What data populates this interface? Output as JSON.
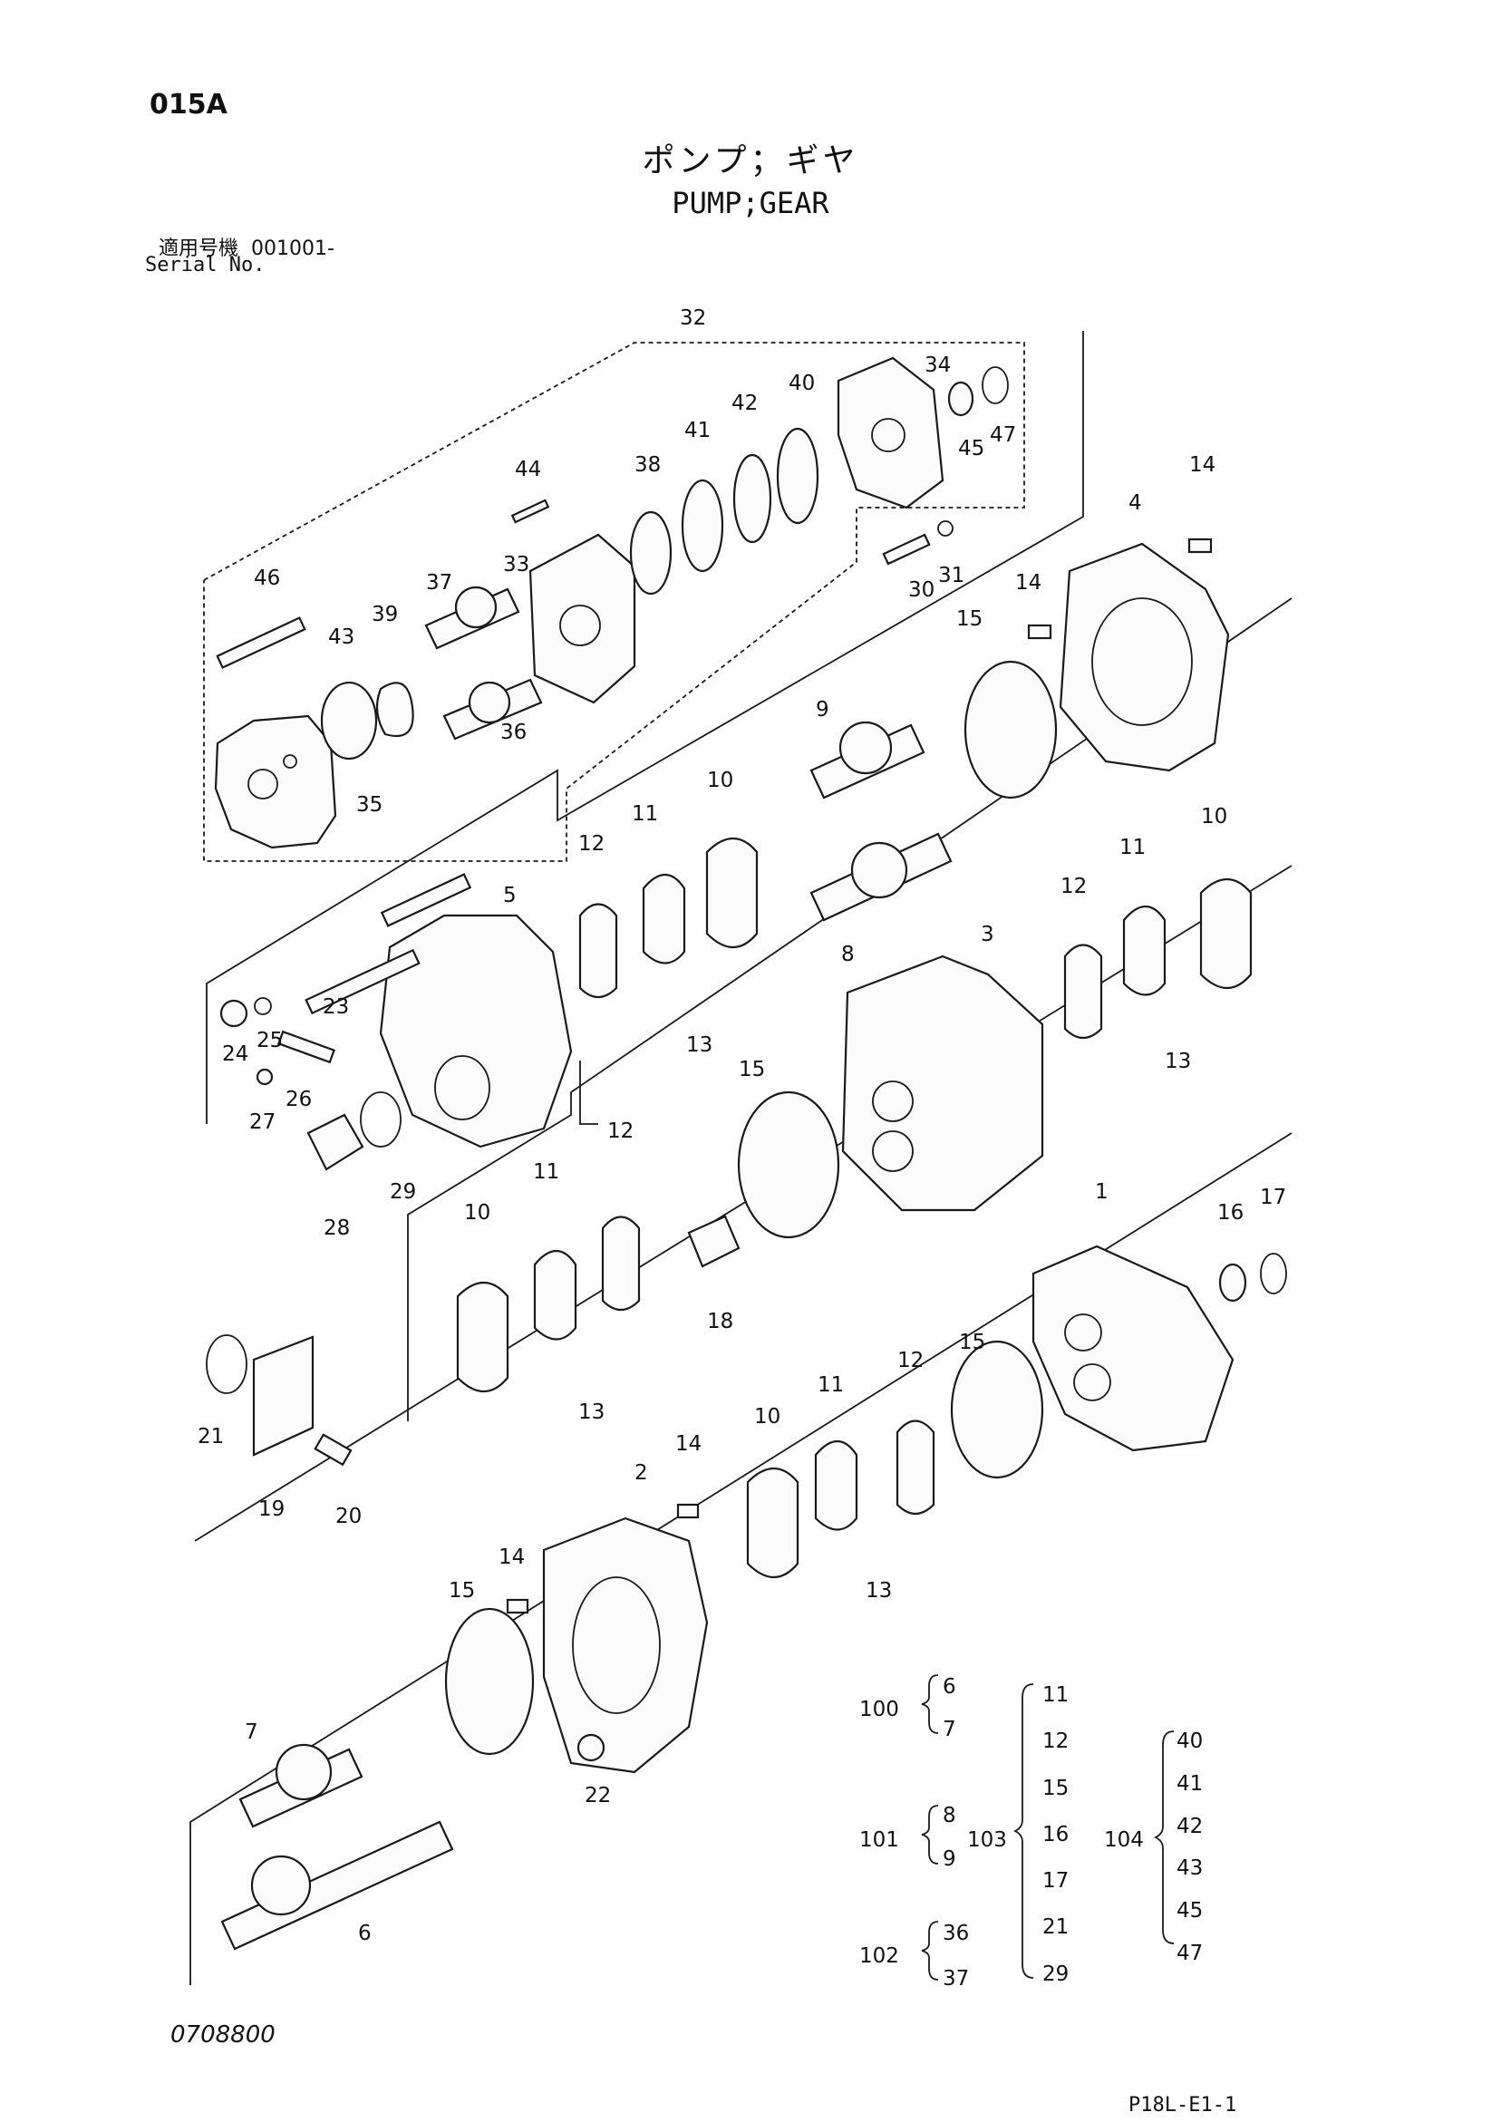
{
  "header": {
    "code": "015A",
    "title_jp": "ポンプ；ギヤ",
    "title_en": "PUMP;GEAR",
    "serial_label_jp": "適用号機",
    "serial_value": "001001-",
    "serial_label_en": "Serial No."
  },
  "callouts": [
    "1",
    "2",
    "3",
    "4",
    "5",
    "6",
    "7",
    "8",
    "9",
    "10",
    "11",
    "12",
    "13",
    "14",
    "15",
    "16",
    "17",
    "18",
    "19",
    "20",
    "21",
    "22",
    "23",
    "24",
    "25",
    "26",
    "27",
    "28",
    "29",
    "30",
    "31",
    "32",
    "33",
    "34",
    "35",
    "36",
    "37",
    "38",
    "39",
    "40",
    "41",
    "42",
    "43",
    "44",
    "45",
    "46",
    "47"
  ],
  "kits": [
    {
      "id": "100",
      "parts": [
        "6",
        "7"
      ]
    },
    {
      "id": "101",
      "parts": [
        "8",
        "9"
      ]
    },
    {
      "id": "102",
      "parts": [
        "36",
        "37"
      ]
    },
    {
      "id": "103",
      "parts": [
        "11",
        "12",
        "15",
        "16",
        "17",
        "21",
        "29"
      ]
    },
    {
      "id": "104",
      "parts": [
        "40",
        "41",
        "42",
        "43",
        "45",
        "47"
      ]
    }
  ],
  "footer": {
    "doc_number": "0708800",
    "page_ref": "P18L-E1-1"
  }
}
